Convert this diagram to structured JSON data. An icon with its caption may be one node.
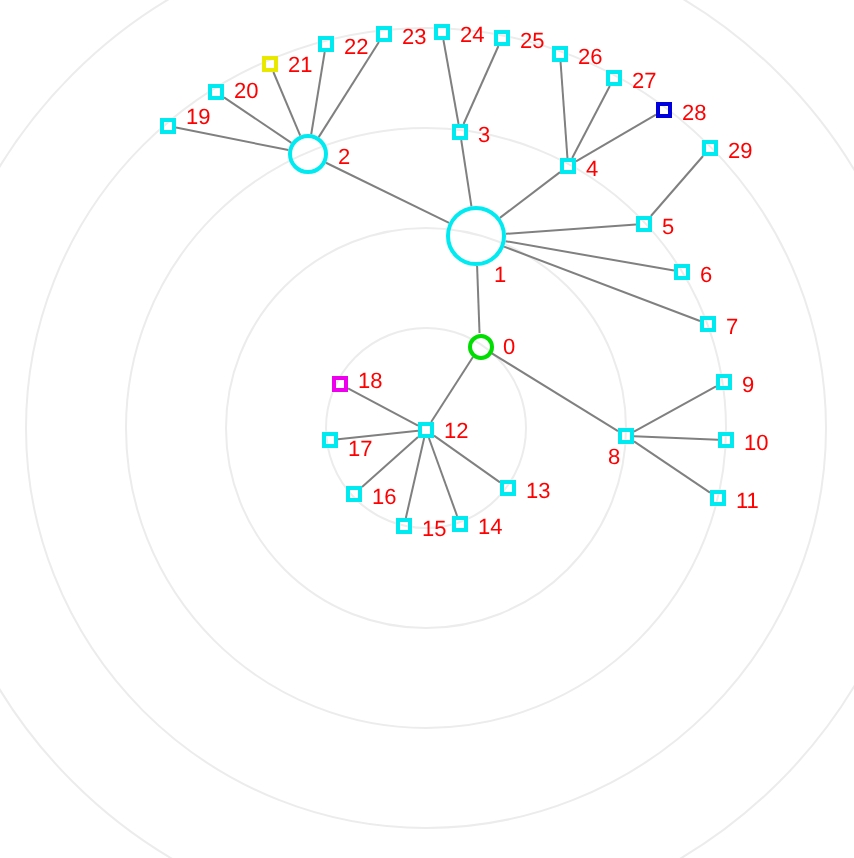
{
  "diagram": {
    "nodes": [
      {
        "text": [],
        "shape": "circle",
        "beside": [
          "0"
        ]
      },
      {
        "text": [],
        "shape": "circle",
        "beside": [
          "1"
        ]
      },
      {
        "text": [],
        "shape": "circle",
        "beside": [
          "2"
        ]
      },
      {
        "text": [],
        "shape": "box",
        "beside": [
          "3"
        ]
      },
      {
        "text": [],
        "shape": "box",
        "beside": [
          "4"
        ]
      },
      {
        "text": [],
        "shape": "box",
        "beside": [
          "5"
        ]
      },
      {
        "text": [],
        "shape": "box",
        "beside": [
          "6"
        ]
      },
      {
        "text": [],
        "shape": "box",
        "beside": [
          "7"
        ]
      },
      {
        "text": [],
        "shape": "box",
        "beside": [
          "8"
        ]
      },
      {
        "text": [],
        "shape": "box",
        "beside": [
          "9"
        ]
      },
      {
        "text": [],
        "shape": "box",
        "beside": [
          "10"
        ]
      },
      {
        "text": [],
        "shape": "box",
        "beside": [
          "11"
        ]
      },
      {
        "text": [],
        "shape": "box",
        "beside": [
          "12"
        ]
      },
      {
        "text": [],
        "shape": "box",
        "beside": [
          "13"
        ]
      },
      {
        "text": [],
        "shape": "box",
        "beside": [
          "14"
        ]
      },
      {
        "text": [],
        "shape": "box",
        "beside": [
          "15"
        ]
      },
      {
        "text": [],
        "shape": "box",
        "beside": [
          "16"
        ]
      },
      {
        "text": [],
        "shape": "box",
        "beside": [
          "17"
        ]
      },
      {
        "text": [],
        "shape": "box",
        "beside": [
          "18"
        ]
      },
      {
        "text": [],
        "shape": "box",
        "beside": [
          "19"
        ]
      },
      {
        "text": [],
        "shape": "box",
        "beside": [
          "20"
        ]
      },
      {
        "text": [],
        "shape": "box",
        "beside": [
          "21"
        ]
      },
      {
        "text": [],
        "shape": "box",
        "beside": [
          "22"
        ]
      },
      {
        "text": [],
        "shape": "box",
        "beside": [
          "23"
        ]
      },
      {
        "text": [],
        "shape": "box",
        "beside": [
          "24"
        ]
      },
      {
        "text": [],
        "shape": "box",
        "beside": [
          "25"
        ]
      },
      {
        "text": [],
        "shape": "box",
        "beside": [
          "26"
        ]
      },
      {
        "text": [],
        "shape": "box",
        "beside": [
          "27"
        ]
      },
      {
        "text": [],
        "shape": "box",
        "beside": [
          "28"
        ]
      },
      {
        "text": [],
        "shape": "box",
        "beside": [
          "29"
        ]
      }
    ],
    "edges": [
      {
        "from": 0,
        "to": 1,
        "arrow": "none"
      },
      {
        "from": 0,
        "to": 12,
        "arrow": "none"
      },
      {
        "from": 0,
        "to": 8,
        "arrow": "none"
      },
      {
        "from": 1,
        "to": 2,
        "arrow": "none"
      },
      {
        "from": 1,
        "to": 3,
        "arrow": "none"
      },
      {
        "from": 1,
        "to": 4,
        "arrow": "none"
      },
      {
        "from": 1,
        "to": 5,
        "arrow": "none"
      },
      {
        "from": 1,
        "to": 6,
        "arrow": "none"
      },
      {
        "from": 1,
        "to": 7,
        "arrow": "none"
      },
      {
        "from": 2,
        "to": 19,
        "arrow": "none"
      },
      {
        "from": 2,
        "to": 20,
        "arrow": "none"
      },
      {
        "from": 2,
        "to": 21,
        "arrow": "none"
      },
      {
        "from": 2,
        "to": 22,
        "arrow": "none"
      },
      {
        "from": 2,
        "to": 23,
        "arrow": "none"
      },
      {
        "from": 3,
        "to": 24,
        "arrow": "none"
      },
      {
        "from": 3,
        "to": 25,
        "arrow": "none"
      },
      {
        "from": 4,
        "to": 26,
        "arrow": "none"
      },
      {
        "from": 4,
        "to": 27,
        "arrow": "none"
      },
      {
        "from": 4,
        "to": 28,
        "arrow": "none"
      },
      {
        "from": 5,
        "to": 29,
        "arrow": "none"
      },
      {
        "from": 8,
        "to": 9,
        "arrow": "none"
      },
      {
        "from": 8,
        "to": 10,
        "arrow": "none"
      },
      {
        "from": 8,
        "to": 11,
        "arrow": "none"
      },
      {
        "from": 12,
        "to": 13,
        "arrow": "none"
      },
      {
        "from": 12,
        "to": 14,
        "arrow": "none"
      },
      {
        "from": 12,
        "to": 15,
        "arrow": "none"
      },
      {
        "from": 12,
        "to": 16,
        "arrow": "none"
      },
      {
        "from": 12,
        "to": 17,
        "arrow": "none"
      },
      {
        "from": 12,
        "to": 18,
        "arrow": "none"
      }
    ]
  }
}
